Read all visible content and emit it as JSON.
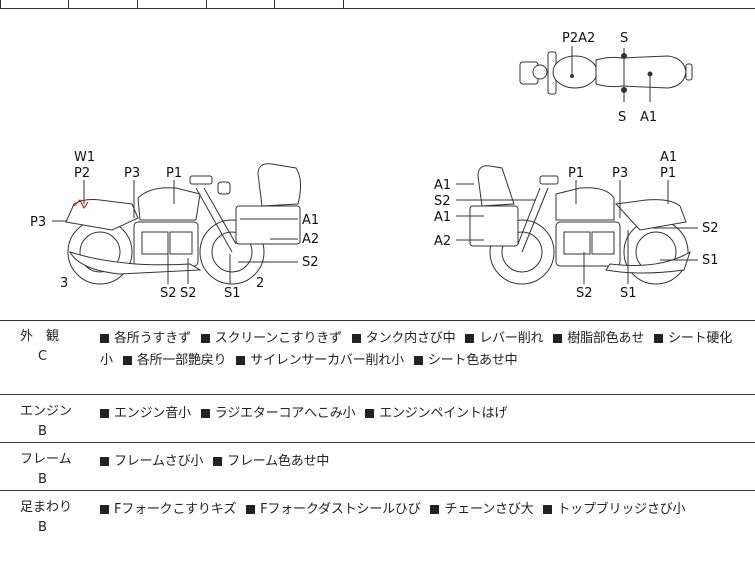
{
  "diagram": {
    "top_labels": [
      "P2A2",
      "S",
      "S",
      "A1"
    ],
    "left_labels": [
      "W1",
      "P2",
      "P3",
      "P1",
      "P3",
      "A1",
      "A2",
      "S2",
      "3",
      "S2",
      "S2",
      "S1",
      "2"
    ],
    "right_labels": [
      "A1",
      "P1",
      "A1",
      "S2",
      "A1",
      "A2",
      "P1",
      "P3",
      "S2",
      "S1",
      "S2",
      "S1"
    ]
  },
  "rows": [
    {
      "category": "外　観",
      "grade": "C",
      "items": [
        "各所うすきず",
        "スクリーンこすりきず",
        "タンク内さび中",
        "レバー削れ",
        "樹脂部色あせ",
        "シート硬化小",
        "各所一部艶戻り",
        "サイレンサーカバー削れ小",
        "シート色あせ中"
      ]
    },
    {
      "category": "エンジン",
      "grade": "B",
      "items": [
        "エンジン音小",
        "ラジエターコアへこみ小",
        "エンジンペイントはげ"
      ]
    },
    {
      "category": "フレーム",
      "grade": "B",
      "items": [
        "フレームさび小",
        "フレーム色あせ中"
      ]
    },
    {
      "category": "足まわり",
      "grade": "B",
      "items": [
        "Fフォークこすりキズ",
        "Fフォークダストシールひび",
        "チェーンさび大",
        "トップブリッジさび小"
      ]
    }
  ]
}
